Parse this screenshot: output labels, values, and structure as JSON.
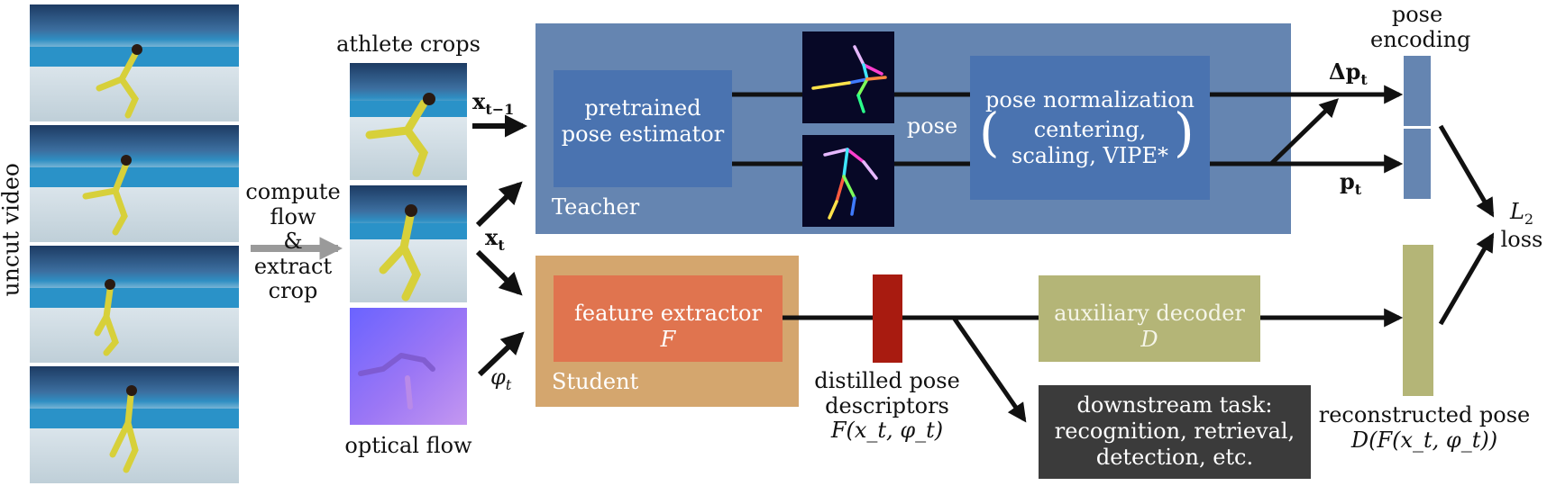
{
  "left": {
    "side_label": "uncut video",
    "process_label": [
      "compute",
      "flow",
      "&",
      "extract",
      "crop"
    ],
    "crops_title": "athlete crops",
    "flow_title": "optical flow"
  },
  "inputs": {
    "x_prev": "x",
    "x_prev_sub": "t−1",
    "x_cur": "x",
    "x_cur_sub": "t",
    "phi": "φ",
    "phi_sub": "t"
  },
  "teacher": {
    "label": "Teacher",
    "pose_estimator": [
      "pretrained",
      "pose estimator"
    ],
    "pose_label": "pose",
    "normalization_title": "pose normalization",
    "normalization_items": [
      "centering,",
      "scaling, VIPE*"
    ]
  },
  "student": {
    "label": "Student",
    "feature_extractor": "feature extractor",
    "feature_symbol": "F",
    "descriptor_label": [
      "distilled pose",
      "descriptors"
    ],
    "descriptor_formula": "F(x_t, φ_t)",
    "aux_decoder": "auxiliary decoder",
    "aux_symbol": "D",
    "downstream": [
      "downstream task:",
      "recognition, retrieval,",
      "detection, etc."
    ],
    "reconstructed_label": "reconstructed pose",
    "reconstructed_formula": "D(F(x_t, φ_t))"
  },
  "output": {
    "encoding_label": [
      "pose",
      "encoding"
    ],
    "delta_p": "Δp",
    "delta_p_sub": "t",
    "p": "p",
    "p_sub": "t",
    "loss_symbol": "L",
    "loss_sub": "2",
    "loss_word": "loss"
  },
  "colors": {
    "teacher_bg": "#6585b1",
    "teacher_inner": "#4a73b0",
    "student_bg": "#d4a66e",
    "feature_box": "#e0744f",
    "aux_box": "#b4b577",
    "descriptor_bar": "#a81b10",
    "downstream_bg": "#3b3b3b",
    "encoding_bar": "#6585b1",
    "recon_bar": "#b4b577",
    "flow_purple": "#9a6ff0",
    "arrow": "#111111",
    "gray_arrow": "#9a9a9a"
  }
}
